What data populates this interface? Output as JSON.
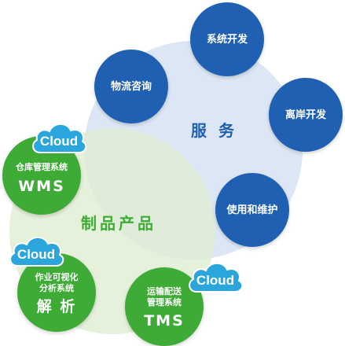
{
  "colors": {
    "service_blue": "#1f60b2",
    "product_green": "#3dab35",
    "service_bg": "#dce6f4",
    "product_bg": "#e8f3df",
    "cloud_blue": "#2aa6dc"
  },
  "services": {
    "label": "服 务",
    "nodes": [
      {
        "label": "系统开发"
      },
      {
        "label": "物流咨询"
      },
      {
        "label": "离岸开发"
      },
      {
        "label": "使用和维护"
      }
    ]
  },
  "products": {
    "label": "制品产品",
    "nodes": [
      {
        "line1": "仓库管理系统",
        "line2": "",
        "name": "WMS",
        "cloud": "Cloud",
        "icon": "cloud-icon"
      },
      {
        "line1": "作业可视化",
        "line2": "分析系统",
        "name": "解 析",
        "cloud": "Cloud",
        "icon": "cloud-icon"
      },
      {
        "line1": "运输配送",
        "line2": "管理系统",
        "name": "TMS",
        "cloud": "Cloud",
        "icon": "cloud-icon"
      }
    ]
  }
}
